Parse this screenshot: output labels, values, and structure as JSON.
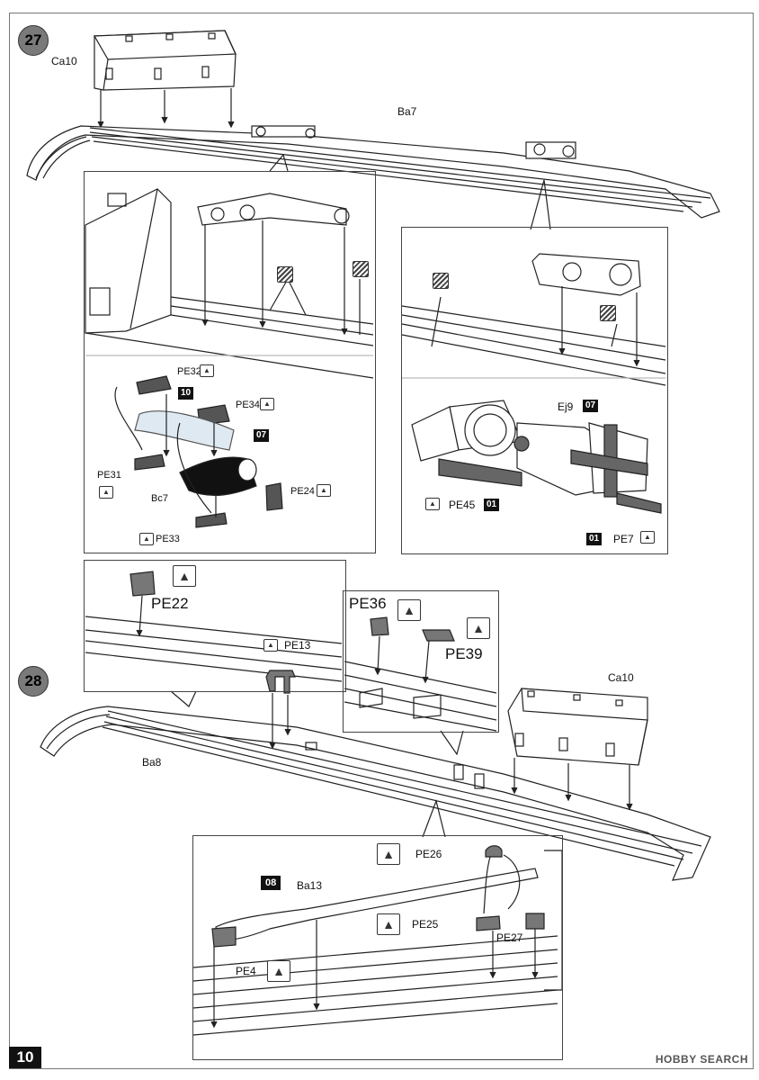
{
  "page": {
    "number": "10",
    "watermark": "HOBBY SEARCH"
  },
  "step27": {
    "number": "27",
    "labels": {
      "ca10": "Ca10",
      "ba7": "Ba7",
      "pe32": "PE32",
      "pe34": "PE34",
      "pe31": "PE31",
      "bc7": "Bc7",
      "pe24": "PE24",
      "pe33": "PE33",
      "ej9": "Ej9",
      "pe45": "PE45",
      "pe7": "PE7"
    },
    "codes": {
      "c10": "10",
      "c07a": "07",
      "c07b": "07",
      "c01a": "01",
      "c01b": "01"
    }
  },
  "step28": {
    "number": "28",
    "labels": {
      "pe22": "PE22",
      "pe13": "PE13",
      "pe36": "PE36",
      "pe39": "PE39",
      "ca10": "Ca10",
      "ba8": "Ba8",
      "pe26": "PE26",
      "ba13": "Ba13",
      "pe25": "PE25",
      "pe27": "PE27",
      "pe4": "PE4"
    },
    "codes": {
      "c08": "08"
    }
  },
  "icons": {
    "photoetch": "arrow-up-icon",
    "decal": "hatch-icon"
  }
}
